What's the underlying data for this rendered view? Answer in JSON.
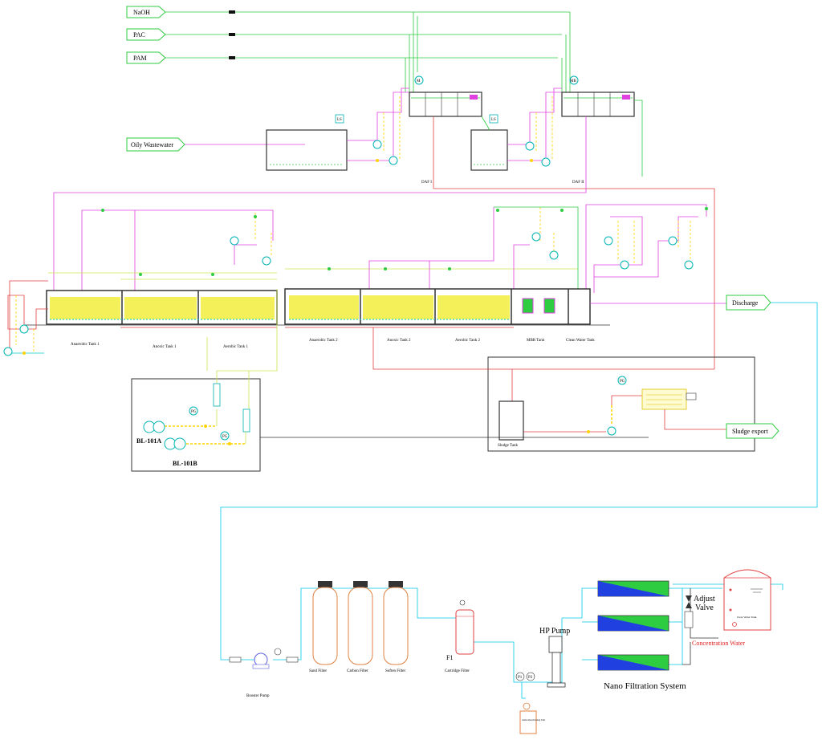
{
  "chemicals": [
    "NaOH",
    "PAC",
    "PAM"
  ],
  "inlet": "Oily Wastewater",
  "daf": [
    "DAF I",
    "DAF II"
  ],
  "instruments": {
    "level_1": "LS",
    "level_2": "LS",
    "flow_1": "M",
    "flow_2": "MB",
    "pressure_1": "PG",
    "pressure_2": "PG",
    "pressure_3": "PG"
  },
  "bio_tanks": [
    "Anaerobic Tank 1",
    "Anoxic Tank 1",
    "Aerobic Tank 1",
    "Anaerobic Tank 2",
    "Anoxic Tank 2",
    "Aerobic Tank 2",
    "MBR Tank",
    "Clean Water Tank"
  ],
  "outlets": {
    "discharge": "Discharge",
    "sludge": "Sludge export"
  },
  "sludge_tank": "Sludge Tank",
  "blowers": [
    "BL-101A",
    "BL-101B"
  ],
  "nf": {
    "booster": "Booster Pump",
    "filters": [
      "Sand Filter",
      "Carbon Filter",
      "Soften Filter"
    ],
    "cartridge": "Cartridge Filter",
    "cartridge_tag": "F1",
    "hp_pump": "HP Pump",
    "adjust_valve_1": "Adjust",
    "adjust_valve_2": "Valve",
    "concentration": "Concentration Water",
    "system": "Nano Filtration System",
    "clear_tank": "Clear Water Tank",
    "pressure_tags": [
      "P1",
      "P2"
    ],
    "dosing_tag": "Antiscalant Dosing Unit"
  }
}
